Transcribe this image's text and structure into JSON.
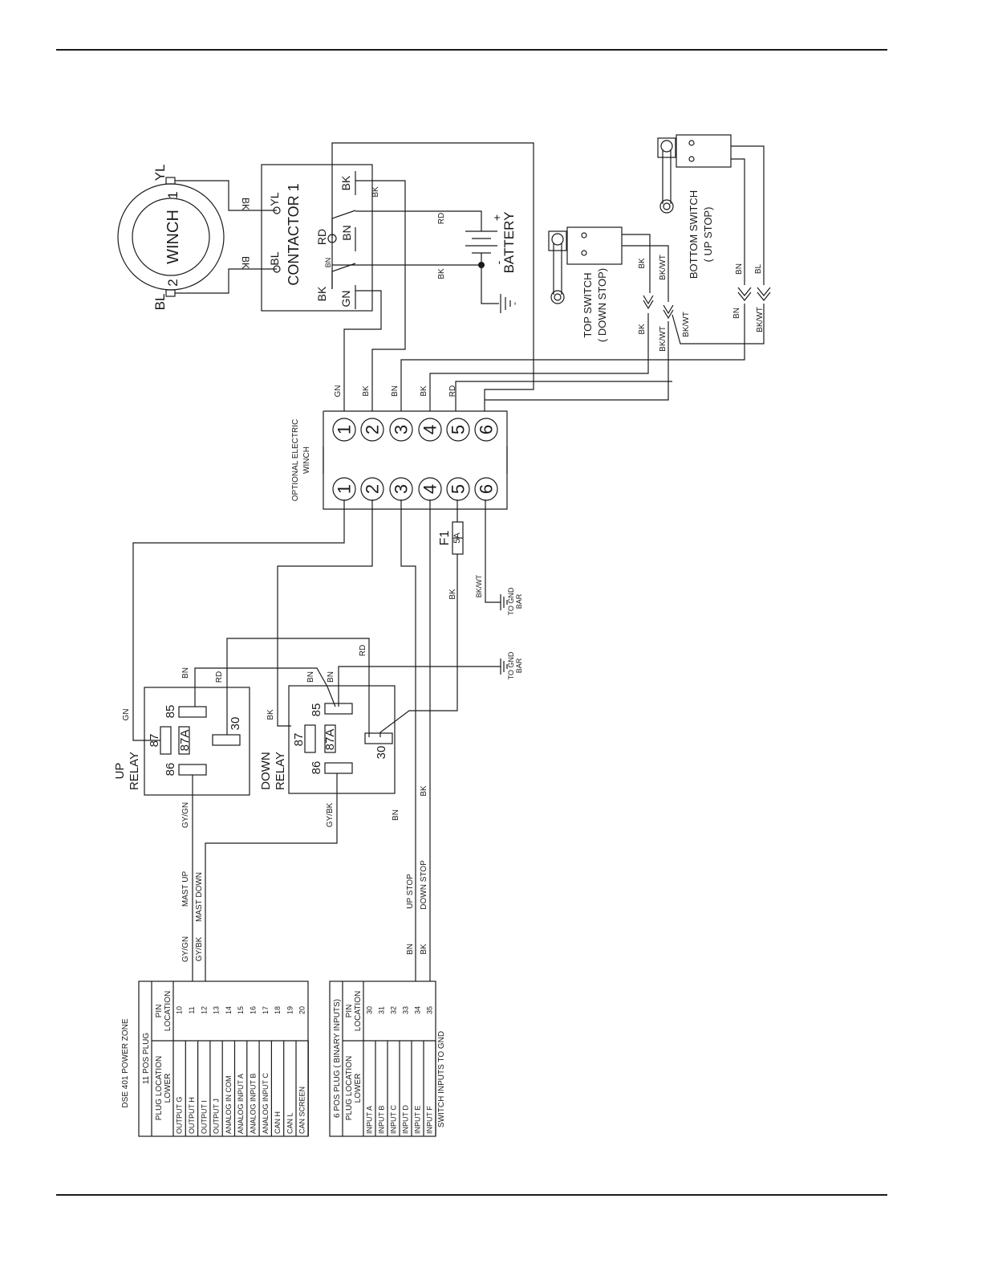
{
  "components": {
    "winch": {
      "label": "WINCH",
      "term1": "1",
      "term2": "2",
      "wire1": "YL",
      "wire2": "BL"
    },
    "contactor": {
      "label": "CONTACTOR 1",
      "yl": "YL",
      "bl": "BL",
      "rd": "RD",
      "bn": "BN",
      "bk": "BK",
      "gn": "GN",
      "bk_top": "BK",
      "bn_small": "BN"
    },
    "battery": {
      "label": "BATTERY",
      "plus": "+",
      "minus": "-"
    },
    "top_switch": {
      "label": "TOP SWITCH",
      "sub": "( DOWN STOP)"
    },
    "bottom_switch": {
      "label": "BOTTOM SWITCH",
      "sub": "( UP STOP)"
    },
    "connector": {
      "label1": "OPTIONAL ELECTRIC",
      "label2": "WINCH",
      "pins": [
        "1",
        "2",
        "3",
        "4",
        "5",
        "6"
      ]
    },
    "fuse": {
      "label": "F1",
      "rating": "5A"
    },
    "gnd1": {
      "line1": "TO GND",
      "line2": "BAR"
    },
    "gnd2": {
      "line1": "TO GND",
      "line2": "BAR"
    },
    "up_relay": {
      "line1": "UP",
      "line2": "RELAY",
      "p85": "85",
      "p87": "87",
      "p87a": "87A",
      "p86": "86",
      "p30": "30"
    },
    "down_relay": {
      "line1": "DOWN",
      "line2": "RELAY",
      "p85": "85",
      "p87": "87",
      "p87a": "87A",
      "p86": "86",
      "p30": "30"
    }
  },
  "wire_labels": {
    "bk_winch_1": "BK",
    "bk_winch_2": "BK",
    "bk_cont_top": "BK",
    "rd_bat": "RD",
    "bk_bat": "BK",
    "bn_cont": "BN",
    "ts_bk": "BK",
    "ts_bkwt": "BK/WT",
    "ts_bk2": "BK",
    "ts_bkwt2": "BK/WT",
    "ts_bkwt3": "BK/WT",
    "bs_bn": "BN",
    "bs_bl": "BL",
    "bs_bn2": "BN",
    "bs_bkwt": "BK/WT",
    "c1": "GN",
    "c2": "BK",
    "c3": "BN",
    "c4": "BK",
    "c5": "RD",
    "fuse_bk": "BK",
    "gnd_bkwt": "BK/WT",
    "relay_bn1": "BN",
    "relay_rd1": "RD",
    "relay_bn2": "BN",
    "relay_bn3": "BN",
    "relay_rd2": "RD",
    "relay_gn": "GN",
    "relay_bk": "BK",
    "gygn": "GY/GN",
    "gybk": "GY/BK",
    "bn_mid": "BN",
    "bk_mid": "BK",
    "mast_up": "MAST UP",
    "mast_down": "MAST DOWN",
    "gygn2": "GY/GN",
    "gybk2": "GY/BK",
    "up_stop": "UP STOP",
    "down_stop": "DOWN STOP",
    "bn_low": "BN",
    "bk_low": "BK"
  },
  "plug11": {
    "title": "DSE 401 POWER ZONE",
    "header": "11 POS PLUG",
    "col1_line1": "PLUG LOCATION",
    "col1_line2": "LOWER",
    "col2_line1": "PIN",
    "col2_line2": "LOCATION",
    "rows": [
      [
        "OUTPUT G",
        "10"
      ],
      [
        "OUTPUT H",
        "11"
      ],
      [
        "OUTPUT I",
        "12"
      ],
      [
        "OUTPUT J",
        "13"
      ],
      [
        "ANALOG IN COM",
        "14"
      ],
      [
        "ANALOG INPUT A",
        "15"
      ],
      [
        "ANALOG INPUT B",
        "16"
      ],
      [
        "ANALOG INPUT C",
        "17"
      ],
      [
        "CAN H",
        "18"
      ],
      [
        "CAN L",
        "19"
      ],
      [
        "CAN SCREEN",
        "20"
      ]
    ]
  },
  "plug6": {
    "header": "6 POS PLUG  ( BINARY INPUTS)",
    "col1_line1": "PLUG LOCATION",
    "col1_line2": "LOWER",
    "col2_line1": "PIN",
    "col2_line2": "LOCATION",
    "rows": [
      [
        "INPUT A",
        "30"
      ],
      [
        "INPUT B",
        "31"
      ],
      [
        "INPUT C",
        "32"
      ],
      [
        "INPUT D",
        "33"
      ],
      [
        "INPUT E",
        "34"
      ],
      [
        "INPUT F",
        "35"
      ]
    ],
    "footer": "SWITCH INPUTS TO GND"
  }
}
